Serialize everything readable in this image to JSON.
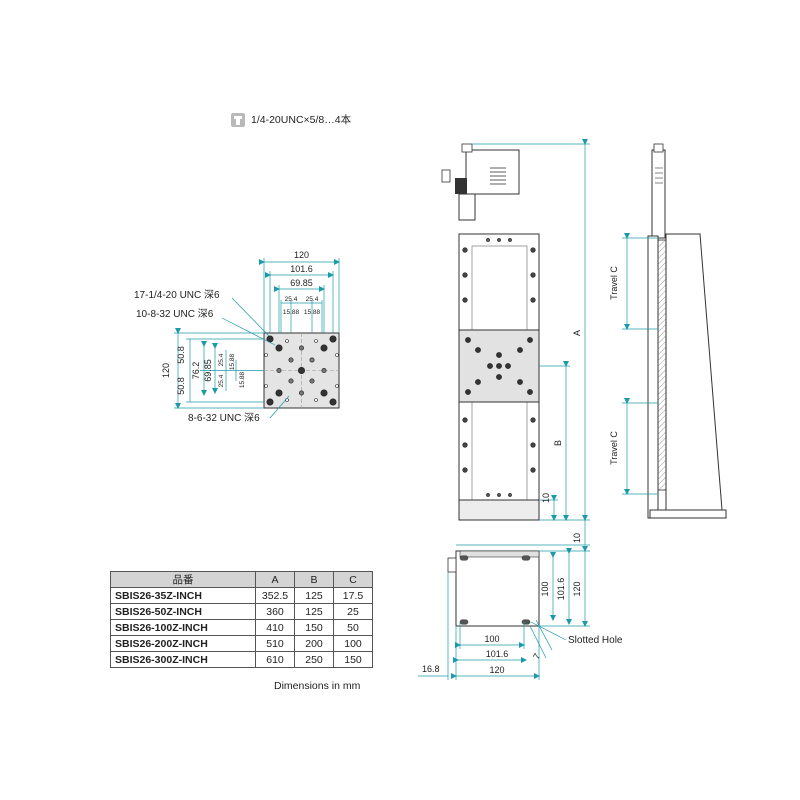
{
  "thread_note": {
    "icon": "tap-thread-icon",
    "text": "1/4-20UNC×5/8…4本"
  },
  "top_view": {
    "dims": {
      "w120": "120",
      "w101_6": "101.6",
      "w69_85": "69.85",
      "w25_4a": "25.4",
      "w25_4b": "25.4",
      "w15_88a": "15.88",
      "w15_88b": "15.88",
      "h120": "120",
      "h50_8a": "50.8",
      "h50_8b": "50.8",
      "h76_2": "76.2",
      "h69_85": "69.85",
      "h25_4a": "25.4",
      "h25_4b": "25.4",
      "h15_88a": "15.88",
      "h15_88b": "15.88"
    },
    "callouts": {
      "c1": "17-1/4-20 UNC 深6",
      "c2": "10-8-32 UNC 深6",
      "c3": "8-6-32 UNC 深6"
    }
  },
  "front_view": {
    "label_a": "A",
    "label_b": "B",
    "dim_10a": "10",
    "dim_10b": "10"
  },
  "side_view": {
    "travel_top": "Travel C",
    "travel_bottom": "Travel C"
  },
  "bottom_view": {
    "dim_100": "100",
    "dim_101_6": "101.6",
    "dim_120": "120",
    "dim_100w": "100",
    "dim_101_6w": "101.6",
    "dim_120w": "120",
    "dim_16_8": "16.8",
    "dim_7": "7",
    "slotted_hole": "Slotted Hole"
  },
  "table": {
    "headers": [
      "品番",
      "A",
      "B",
      "C"
    ],
    "rows": [
      [
        "SBIS26-35Z-INCH",
        "352.5",
        "125",
        "17.5"
      ],
      [
        "SBIS26-50Z-INCH",
        "360",
        "125",
        "25"
      ],
      [
        "SBIS26-100Z-INCH",
        "410",
        "150",
        "50"
      ],
      [
        "SBIS26-200Z-INCH",
        "510",
        "200",
        "100"
      ],
      [
        "SBIS26-300Z-INCH",
        "610",
        "250",
        "150"
      ]
    ],
    "note": "Dimensions in mm"
  }
}
